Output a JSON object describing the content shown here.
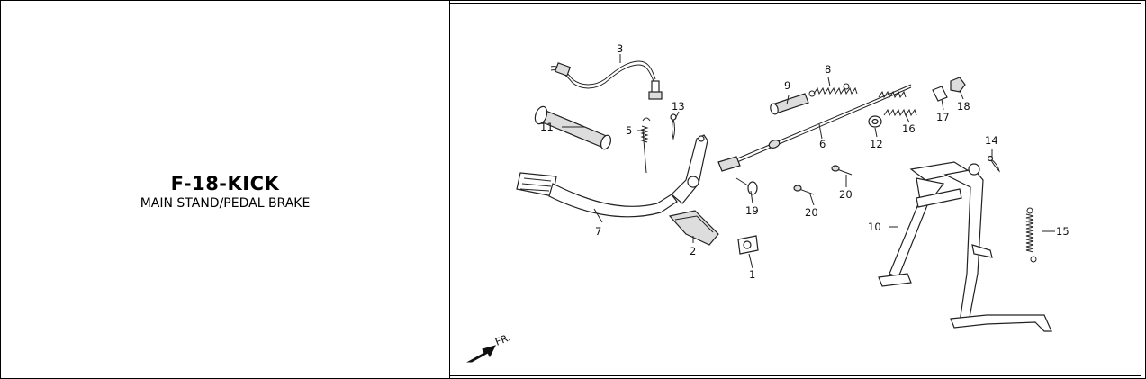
{
  "header": {
    "code": "F-18-KICK",
    "subtitle": "MAIN STAND/PEDAL BRAKE"
  },
  "diagram": {
    "direction_label": "FR.",
    "callouts": [
      {
        "id": "1",
        "label": "1"
      },
      {
        "id": "2",
        "label": "2"
      },
      {
        "id": "3",
        "label": "3"
      },
      {
        "id": "5",
        "label": "5"
      },
      {
        "id": "6",
        "label": "6"
      },
      {
        "id": "7",
        "label": "7"
      },
      {
        "id": "8",
        "label": "8"
      },
      {
        "id": "9",
        "label": "9"
      },
      {
        "id": "10",
        "label": "10"
      },
      {
        "id": "11",
        "label": "11"
      },
      {
        "id": "12",
        "label": "12"
      },
      {
        "id": "13",
        "label": "13"
      },
      {
        "id": "14",
        "label": "14"
      },
      {
        "id": "15",
        "label": "15"
      },
      {
        "id": "16",
        "label": "16"
      },
      {
        "id": "17",
        "label": "17"
      },
      {
        "id": "18",
        "label": "18"
      },
      {
        "id": "19",
        "label": "19"
      },
      {
        "id": "20a",
        "label": "20"
      },
      {
        "id": "20b",
        "label": "20"
      }
    ]
  }
}
